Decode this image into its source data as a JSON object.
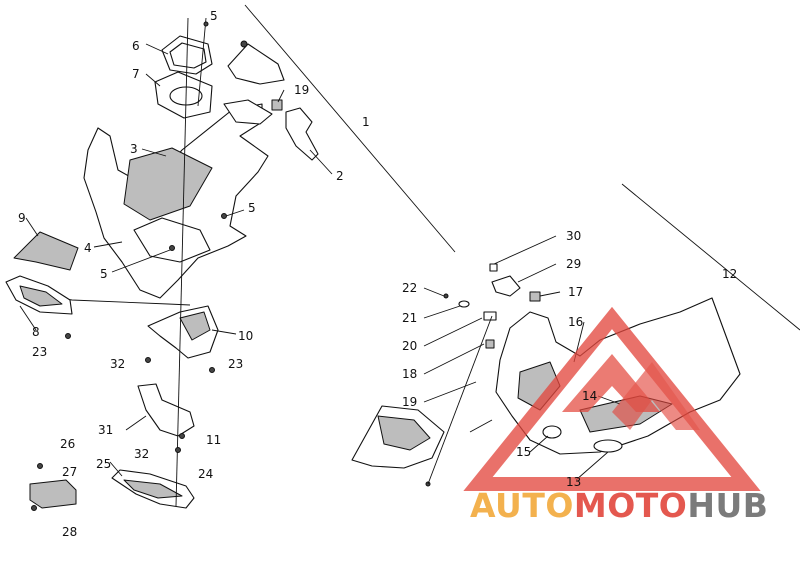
{
  "callouts": {
    "c1": "1",
    "c2": "2",
    "c3": "3",
    "c4": "4",
    "c5a": "5",
    "c5b": "5",
    "c5c": "5",
    "c6": "6",
    "c7": "7",
    "c8": "8",
    "c9": "9",
    "c10": "10",
    "c11": "11",
    "c12": "12",
    "c13": "13",
    "c14": "14",
    "c15": "15",
    "c16": "16",
    "c17": "17",
    "c18": "18",
    "c19a": "19",
    "c19b": "19",
    "c20": "20",
    "c21": "21",
    "c22": "22",
    "c23a": "23",
    "c23b": "23",
    "c24": "24",
    "c25": "25",
    "c26": "26",
    "c27": "27",
    "c28": "28",
    "c29": "29",
    "c30": "30",
    "c31": "31",
    "c32a": "32",
    "c32b": "32"
  },
  "watermark": {
    "word_part1": "AUTO",
    "word_part2": "MOTO",
    "word_part3": "HUB",
    "colors": {
      "orange": "#f2a93b",
      "red": "#e2473d",
      "gray": "#6d6d6d"
    }
  }
}
